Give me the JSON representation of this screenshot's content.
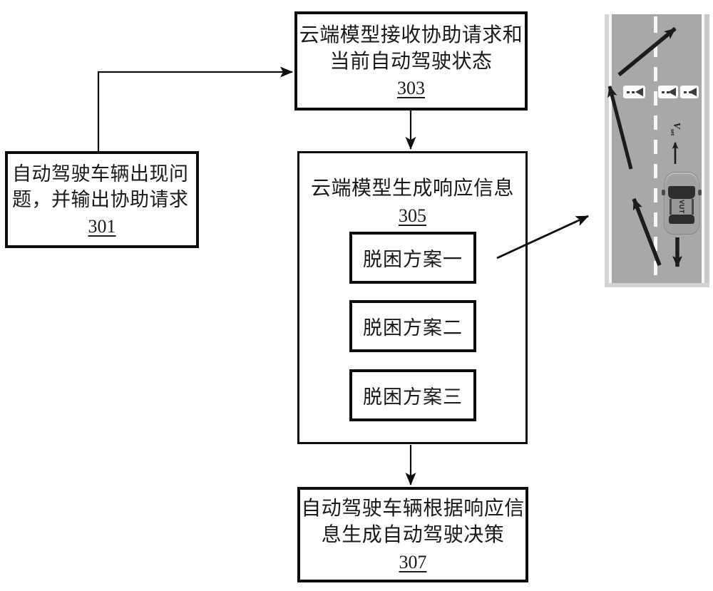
{
  "flowchart": {
    "box_301": {
      "text": "自动驾驶车辆出现问题，并输出协助请求",
      "ref": "301"
    },
    "box_303": {
      "text": "云端模型接收协助请求和当前自动驾驶状态",
      "ref": "303"
    },
    "box_305": {
      "title": "云端模型生成响应信息",
      "ref": "305",
      "plans": [
        "脱困方案一",
        "脱困方案二",
        "脱困方案三"
      ]
    },
    "box_307": {
      "text": "自动驾驶车辆根据响应信息生成自动驾驶决策",
      "ref": "307"
    }
  },
  "road_scene": {
    "car_label": "VUT",
    "speed_label": "V",
    "speed_label_sub": "set",
    "obstacle_icon": "traffic-barrier-icon",
    "colors": {
      "road": "#a8a8a8",
      "shoulder": "#d2d2d2",
      "lane_line": "#f7f7f7",
      "arrow": "#1c1c1c",
      "box_border": "#0d0d0d"
    }
  }
}
